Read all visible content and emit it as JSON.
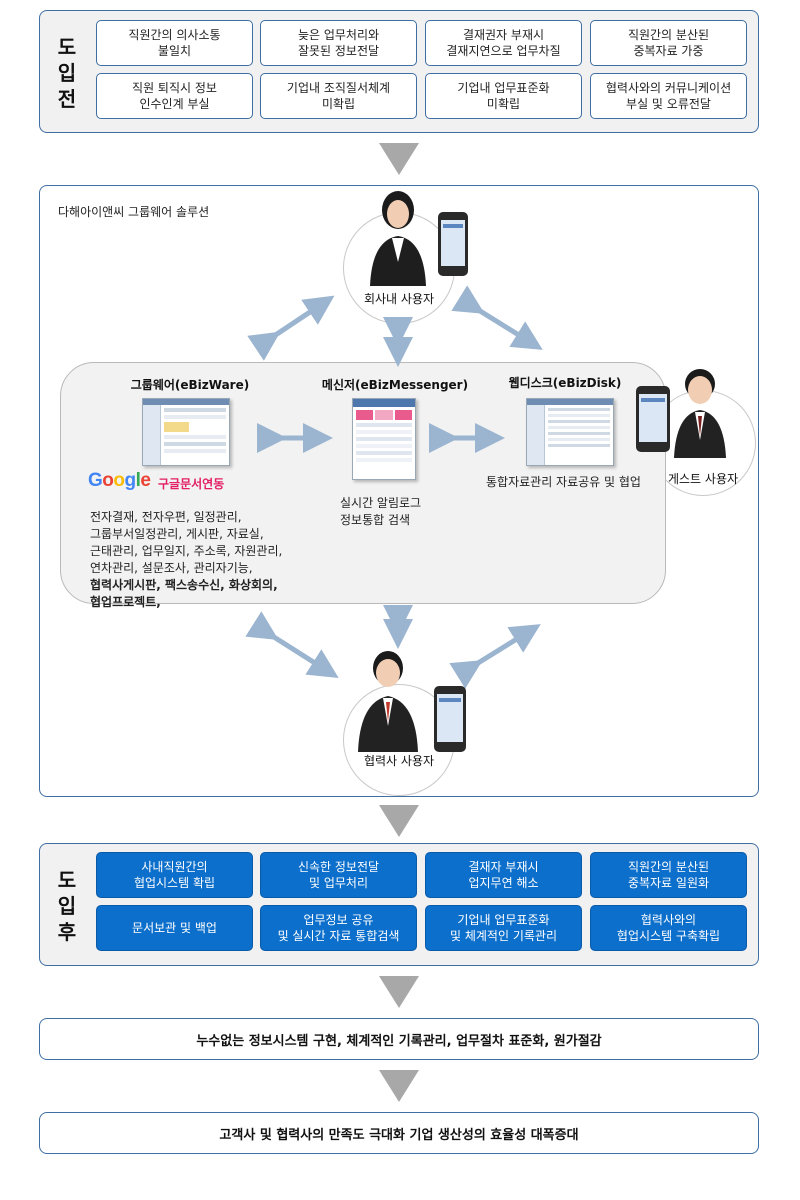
{
  "before": {
    "title_chars": [
      "도",
      "입",
      "전"
    ],
    "items": [
      "직원간의 의사소통\n불일치",
      "늦은 업무처리와\n잘못된 정보전달",
      "결재권자 부재시\n결재지연으로 업무차질",
      "직원간의 분산된\n중복자료 가중",
      "직원 퇴직시 정보\n인수인계 부실",
      "기업내 조직질서체계\n미확립",
      "기업내 업무표준화\n미확립",
      "협력사와의 커뮤니케이션\n부실 및 오류전달"
    ]
  },
  "solution": {
    "label": "다해아이앤씨 그룹웨어 솔루션",
    "company_user": "회사내 사용자",
    "partner_user": "협력사 사용자",
    "guest_user": "게스트 사용자",
    "groupware": {
      "title": "그룹웨어(eBizWare)",
      "google_docs": "구글문서연동",
      "desc_normal": "전자결재, 전자우편, 일정관리,\n그룹부서일정관리, 게시판, 자료실,\n근태관리, 업무일지, 주소록, 자원관리,\n연차관리, 설문조사, 관리자기능,",
      "desc_bold": "협력사게시판, 팩스송수신, 화상회의,\n협업프로젝트,"
    },
    "messenger": {
      "title": "메신저(eBizMessenger)",
      "desc": "실시간 알림로그\n정보통합 검색"
    },
    "webdisk": {
      "title": "웹디스크(eBizDisk)",
      "desc": "통합자료관리 자료공유 및 협업"
    }
  },
  "after": {
    "title_chars": [
      "도",
      "입",
      "후"
    ],
    "items": [
      "사내직원간의\n협업시스템 확립",
      "신속한 정보전달\n및 업무처리",
      "결재자 부재시\n업지무연 해소",
      "직원간의 분산된\n중복자료 일원화",
      "문서보관 및 백업",
      "업무정보 공유\n및 실시간 자료 통합검색",
      "기업내 업무표준화\n및 체계적인 기록관리",
      "협력사와의\n협업시스템 구축확립"
    ]
  },
  "results": [
    "누수없는 정보시스템 구현, 체계적인 기록관리, 업무절차 표준화, 원가절감",
    "고객사 및 협력사의 만족도 극대화 기업 생산성의 효율성 대폭증대"
  ],
  "colors": {
    "border": "#3f6ea3",
    "blue_cell": "#0c6fcb",
    "arrow_gray": "#a8a8a8",
    "link_arrow": "#9bb4cf",
    "google_pink": "#e31e63"
  },
  "icons": [
    "phone-icon",
    "person-icon",
    "screenshot-icon",
    "double-arrow-icon",
    "down-arrow-icon"
  ]
}
